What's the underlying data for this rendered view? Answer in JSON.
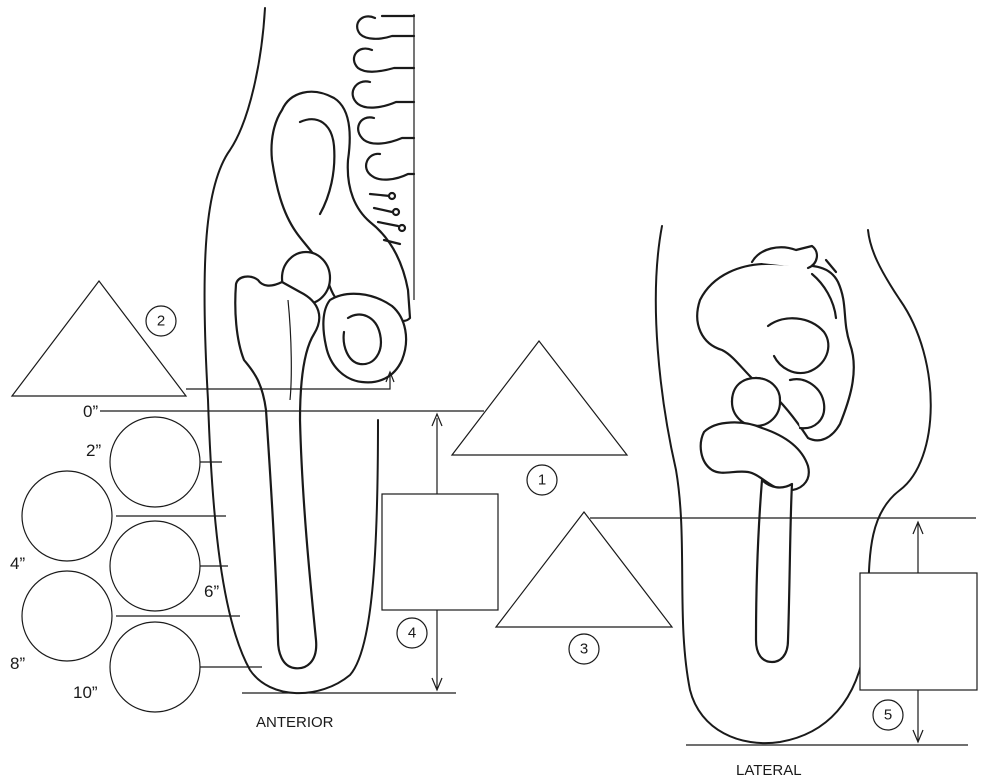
{
  "views": {
    "anterior": "ANTERIOR",
    "lateral": "LATERAL"
  },
  "markers": [
    "1",
    "2",
    "3",
    "4",
    "5"
  ],
  "measurements": [
    "0”",
    "2”",
    "4”",
    "6”",
    "8”",
    "10”"
  ]
}
